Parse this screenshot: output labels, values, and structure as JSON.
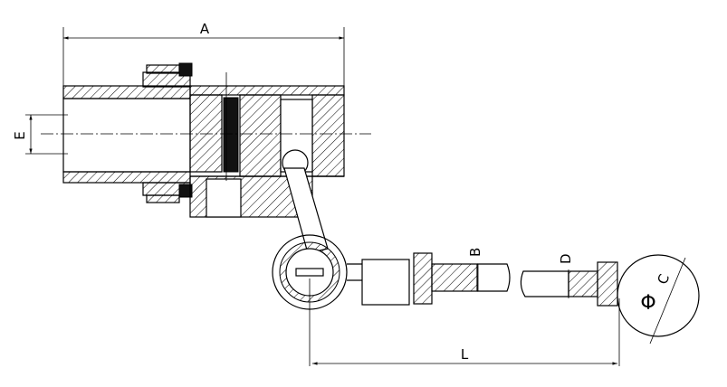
{
  "labels": {
    "a": "A",
    "e": "E",
    "b": "B",
    "d": "D",
    "l": "L",
    "c": "C",
    "phi": "Φ"
  }
}
